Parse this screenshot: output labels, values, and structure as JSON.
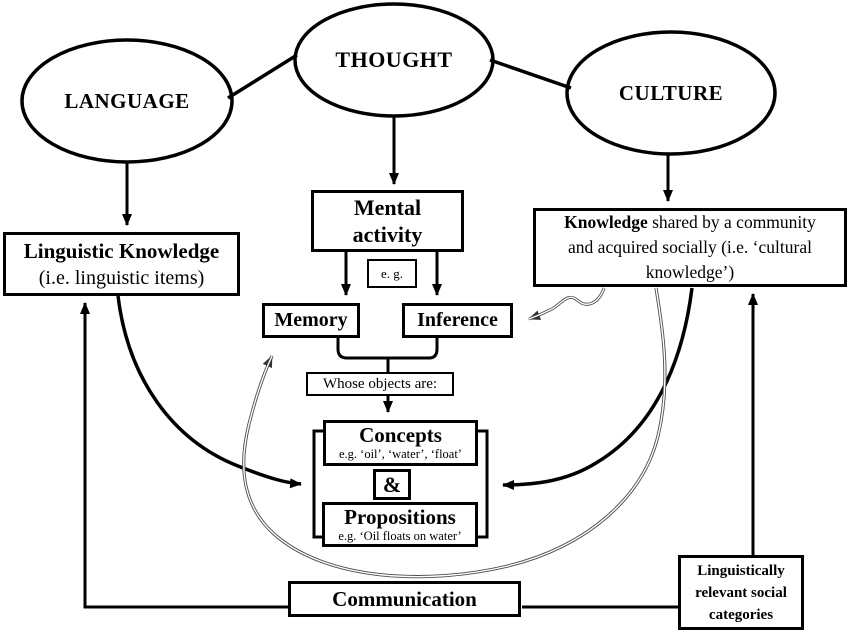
{
  "ellipses": {
    "language": "LANGUAGE",
    "thought": "THOUGHT",
    "culture": "CULTURE"
  },
  "boxes": {
    "linguistic_knowledge": {
      "title": "Linguistic Knowledge",
      "subtitle": "(i.e. linguistic items)"
    },
    "knowledge": {
      "line1_bold": "Knowledge",
      "line1_rest": " shared by a community",
      "line2": "and acquired socially (i.e. ‘cultural",
      "line3": "knowledge’)"
    },
    "mental_activity": {
      "line1": "Mental",
      "line2": "activity"
    },
    "eg": "e. g.",
    "memory": "Memory",
    "inference": "Inference",
    "whose_objects": "Whose objects are:",
    "concepts": {
      "title": "Concepts",
      "example": "e.g. ‘oil’, ‘water’,  ‘float’"
    },
    "ampersand": "&",
    "propositions": {
      "title": "Propositions",
      "example": "e.g. ‘Oil floats on water’"
    },
    "communication": "Communication",
    "social_categories": {
      "line1": "Linguistically",
      "line2": "relevant social",
      "line3": "categories"
    }
  },
  "colors": {
    "stroke": "#000000",
    "curve_gray": "#4d4d4d",
    "background": "#ffffff"
  }
}
